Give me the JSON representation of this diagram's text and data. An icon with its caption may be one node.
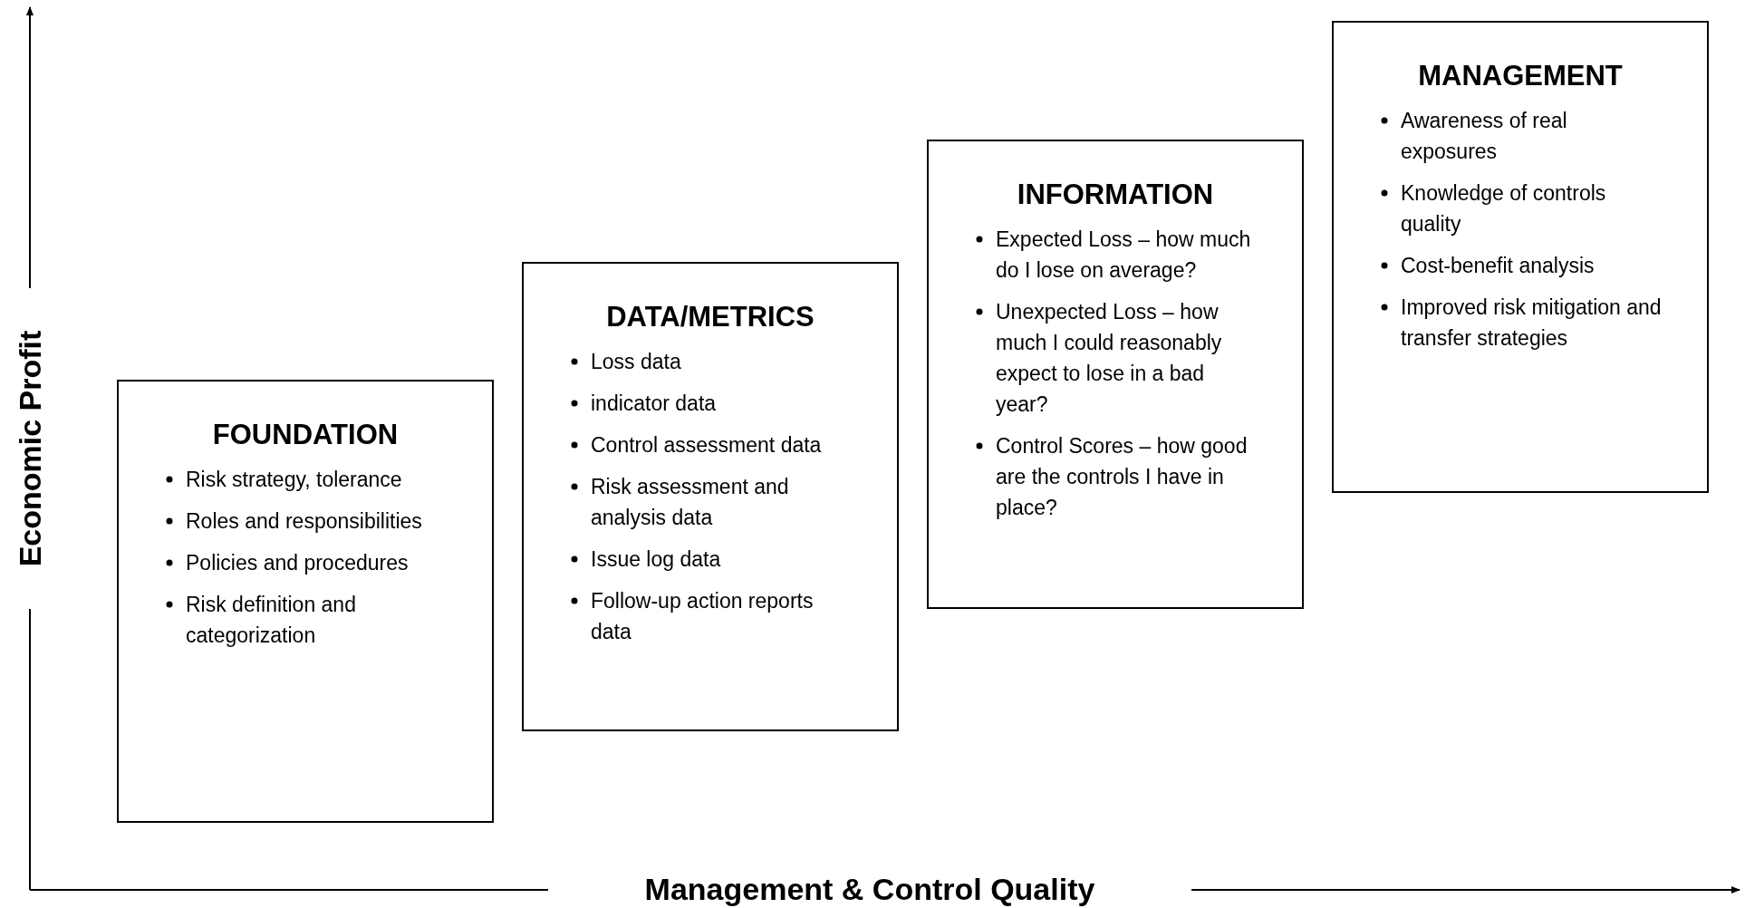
{
  "diagram": {
    "nodes": [
      {
        "text": [
          "FOUNDATION",
          "Risk strategy, tolerance",
          "Roles and responsibilities",
          "Policies and procedures",
          "Risk definition and categorization"
        ]
      },
      {
        "text": [
          "DATA/METRICS",
          "Loss data",
          "indicator data",
          "Control assessment data",
          "Risk assessment and analysis data",
          "Issue log data",
          "Follow-up action reports data"
        ]
      },
      {
        "text": [
          "INFORMATION",
          "Expected Loss – how much do I lose on average?",
          "Unexpected Loss  – how much I could reasonably expect to lose in a bad year?",
          "Control Scores – how good are the controls I have in place?"
        ]
      },
      {
        "text": [
          "MANAGEMENT",
          "Awareness of real exposures",
          "Knowledge of controls quality",
          "Cost-benefit analysis",
          "Improved risk mitigation and transfer strategies"
        ]
      }
    ],
    "labels": [
      "Economic Profit",
      "Management & Control Quality"
    ]
  }
}
